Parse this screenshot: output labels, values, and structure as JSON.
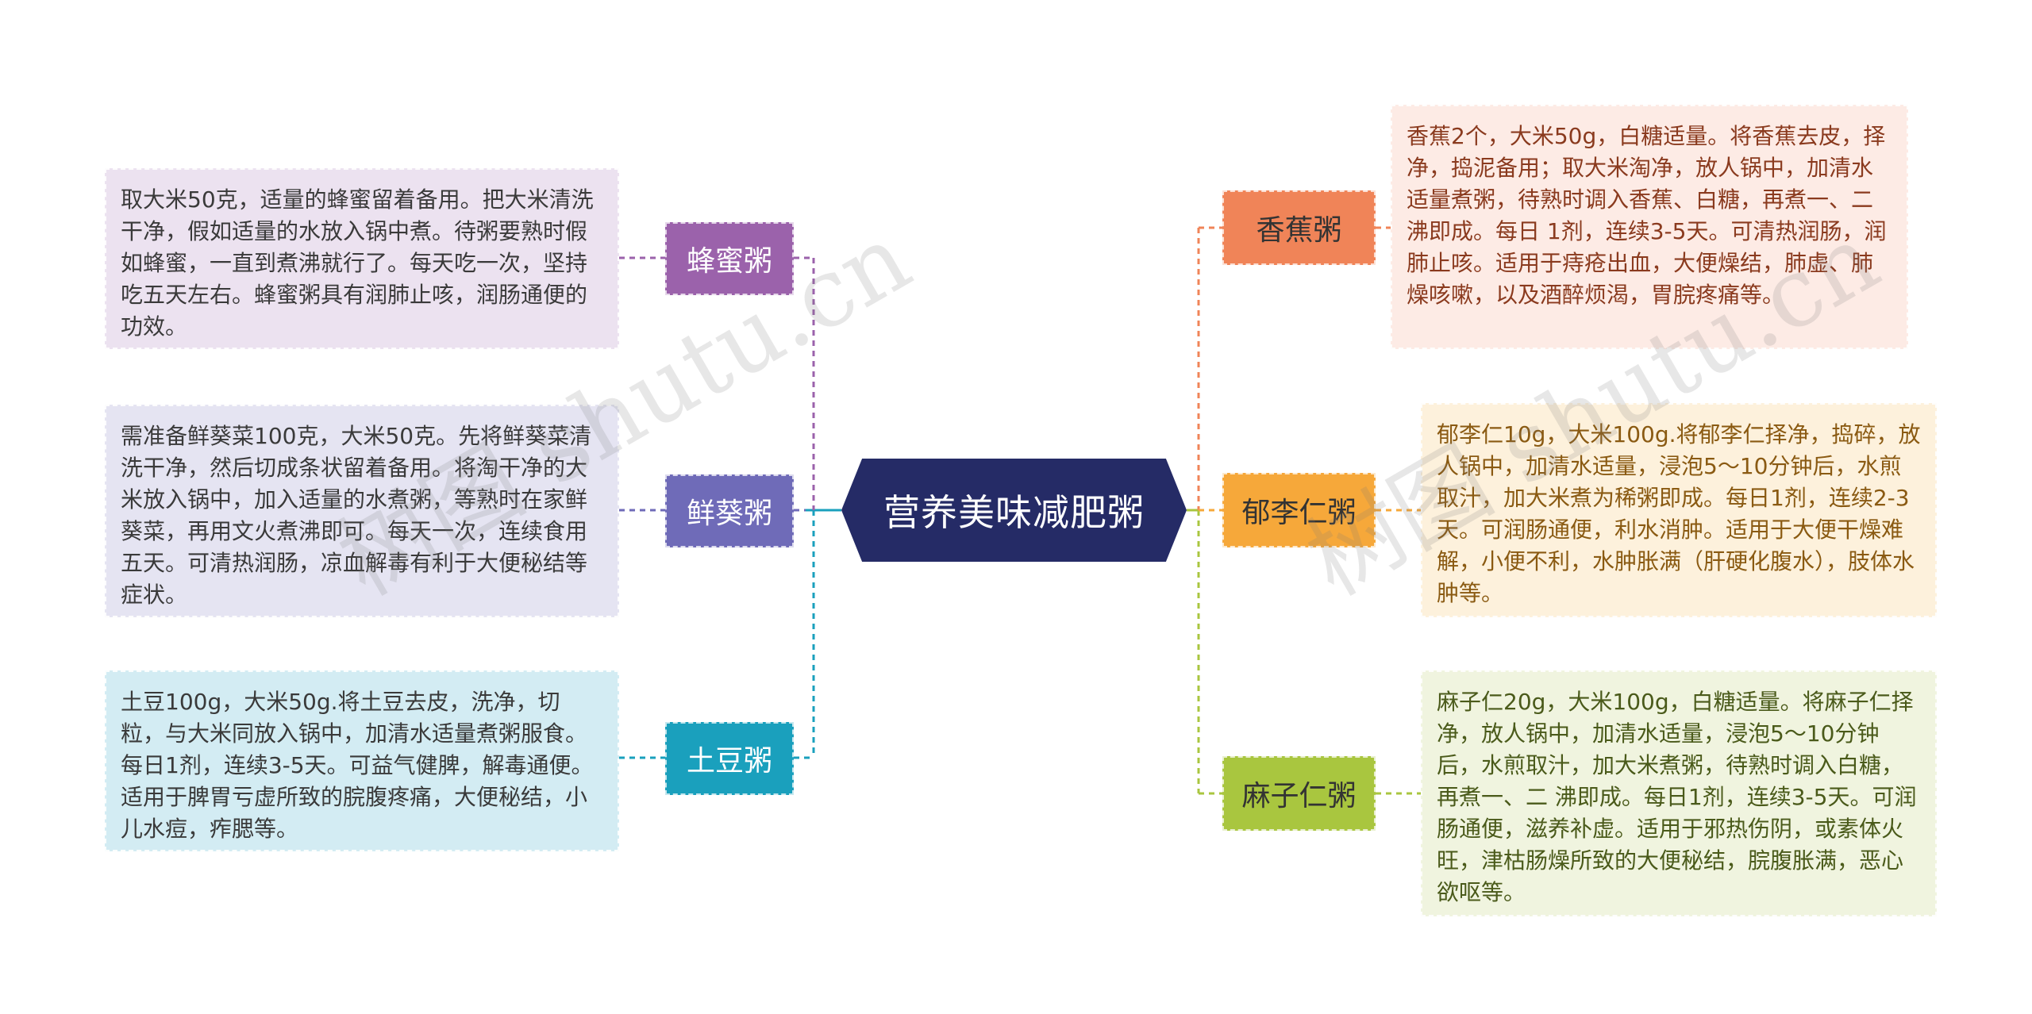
{
  "central": {
    "title": "营养美味减肥粥"
  },
  "branches": {
    "honey": {
      "label": "蜂蜜粥",
      "text": "取大米50克，适量的蜂蜜留着备用。把大米清洗干净，假如适量的水放入锅中煮。待粥要熟时假如蜂蜜，一直到煮沸就行了。每天吃一次，坚持吃五天左右。蜂蜜粥具有润肺止咳，润肠通便的功效。",
      "color": "#9b62ab",
      "bg": "#ece2f0"
    },
    "mallow": {
      "label": "鲜葵粥",
      "text": "需准备鲜葵菜100克，大米50克。先将鲜葵菜清洗干净，然后切成条状留着备用。将淘干净的大米放入锅中，加入适量的水煮粥，等熟时在家鲜葵菜，再用文火煮沸即可。每天一次，连续食用五天。可清热润肠，凉血解毒有利于大便秘结等症状。",
      "color": "#6f6bb8",
      "bg": "#e5e4f2"
    },
    "potato": {
      "label": "土豆粥",
      "text": "土豆100g，大米50g.将土豆去皮，洗净，切粒，与大米同放入锅中，加清水适量煮粥服食。每日1剂，连续3-5天。可益气健脾，解毒通便。适用于脾胃亏虚所致的脘腹疼痛，大便秘结，小儿水痘，痄腮等。",
      "color": "#1aa0bd",
      "bg": "#d3ecf3"
    },
    "banana": {
      "label": "香蕉粥",
      "text": "香蕉2个，大米50g，白糖适量。将香蕉去皮，择净，捣泥备用；取大米淘净，放人锅中，加清水适量煮粥，待熟时调入香蕉、白糖，再煮一、二沸即成。每日 1剂，连续3-5天。可清热润肠，润肺止咳。适用于痔疮出血，大便燥结，肺虚、肺燥咳嗽，以及酒醉烦渴，胃脘疼痛等。",
      "color": "#f08458",
      "bg": "#fdebe5"
    },
    "yuliren": {
      "label": "郁李仁粥",
      "text": "郁李仁10g，大米100g.将郁李仁择净，捣碎，放人锅中，加清水适量，浸泡5～10分钟后，水煎取汁，加大米煮为稀粥即成。每日1剂，连续2-3天。可润肠通便，利水消肿。适用于大便干燥难解，小便不利，水肿胀满（肝硬化腹水），肢体水肿等。",
      "color": "#f6a83a",
      "bg": "#fdf1dc"
    },
    "maziren": {
      "label": "麻子仁粥",
      "text": "麻子仁20g，大米100g，白糖适量。将麻子仁择净，放人锅中，加清水适量，浸泡5～10分钟后，水煎取汁，加大米煮粥，待熟时调入白糖，再煮一、二 沸即成。每日1剂，连续3-5天。可润肠通便，滋养补虚。适用于邪热伤阴，或素体火旺，津枯肠燥所致的大便秘结，脘腹胀满，恶心欲呕等。",
      "color": "#a9c63f",
      "bg": "#f0f4df"
    }
  },
  "watermark": {
    "left": "树图 shutu.cn",
    "right": "树图 shutu.cn"
  }
}
